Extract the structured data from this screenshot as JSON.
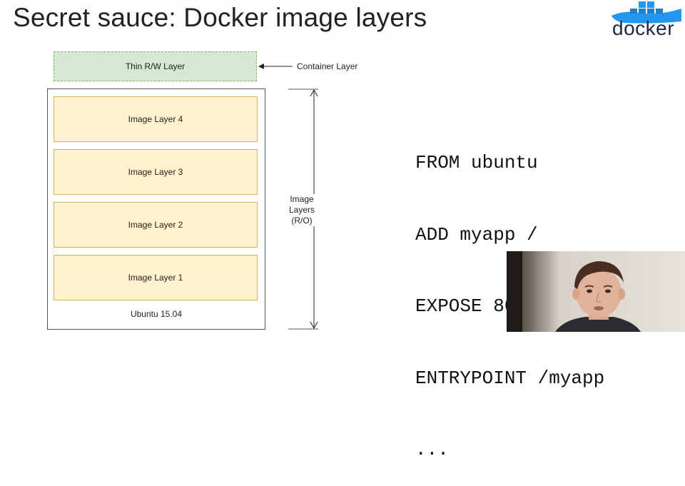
{
  "slide": {
    "title": "Secret sauce: Docker image layers",
    "logo_text": "docker",
    "logo_icon": "docker-whale-icon",
    "colors": {
      "rw_layer_fill": "#d5e8d4",
      "rw_layer_border": "#82b366",
      "image_layer_fill": "#fff2cc",
      "image_layer_border": "#d6b656",
      "logo_blue": "#2496ed"
    }
  },
  "diagram": {
    "rw_layer": "Thin R/W Layer",
    "container_label": "Container Layer",
    "image_layers": [
      "Image Layer 4",
      "Image Layer 3",
      "Image Layer 2",
      "Image Layer 1"
    ],
    "base": "Ubuntu 15.04",
    "layers_label": [
      "Image",
      "Layers",
      "(R/O)"
    ]
  },
  "code": {
    "lines": [
      "FROM ubuntu",
      "ADD myapp /",
      "EXPOSE 80",
      "ENTRYPOINT /myapp",
      "..."
    ]
  },
  "webcam": {
    "icon": "presenter-video"
  }
}
